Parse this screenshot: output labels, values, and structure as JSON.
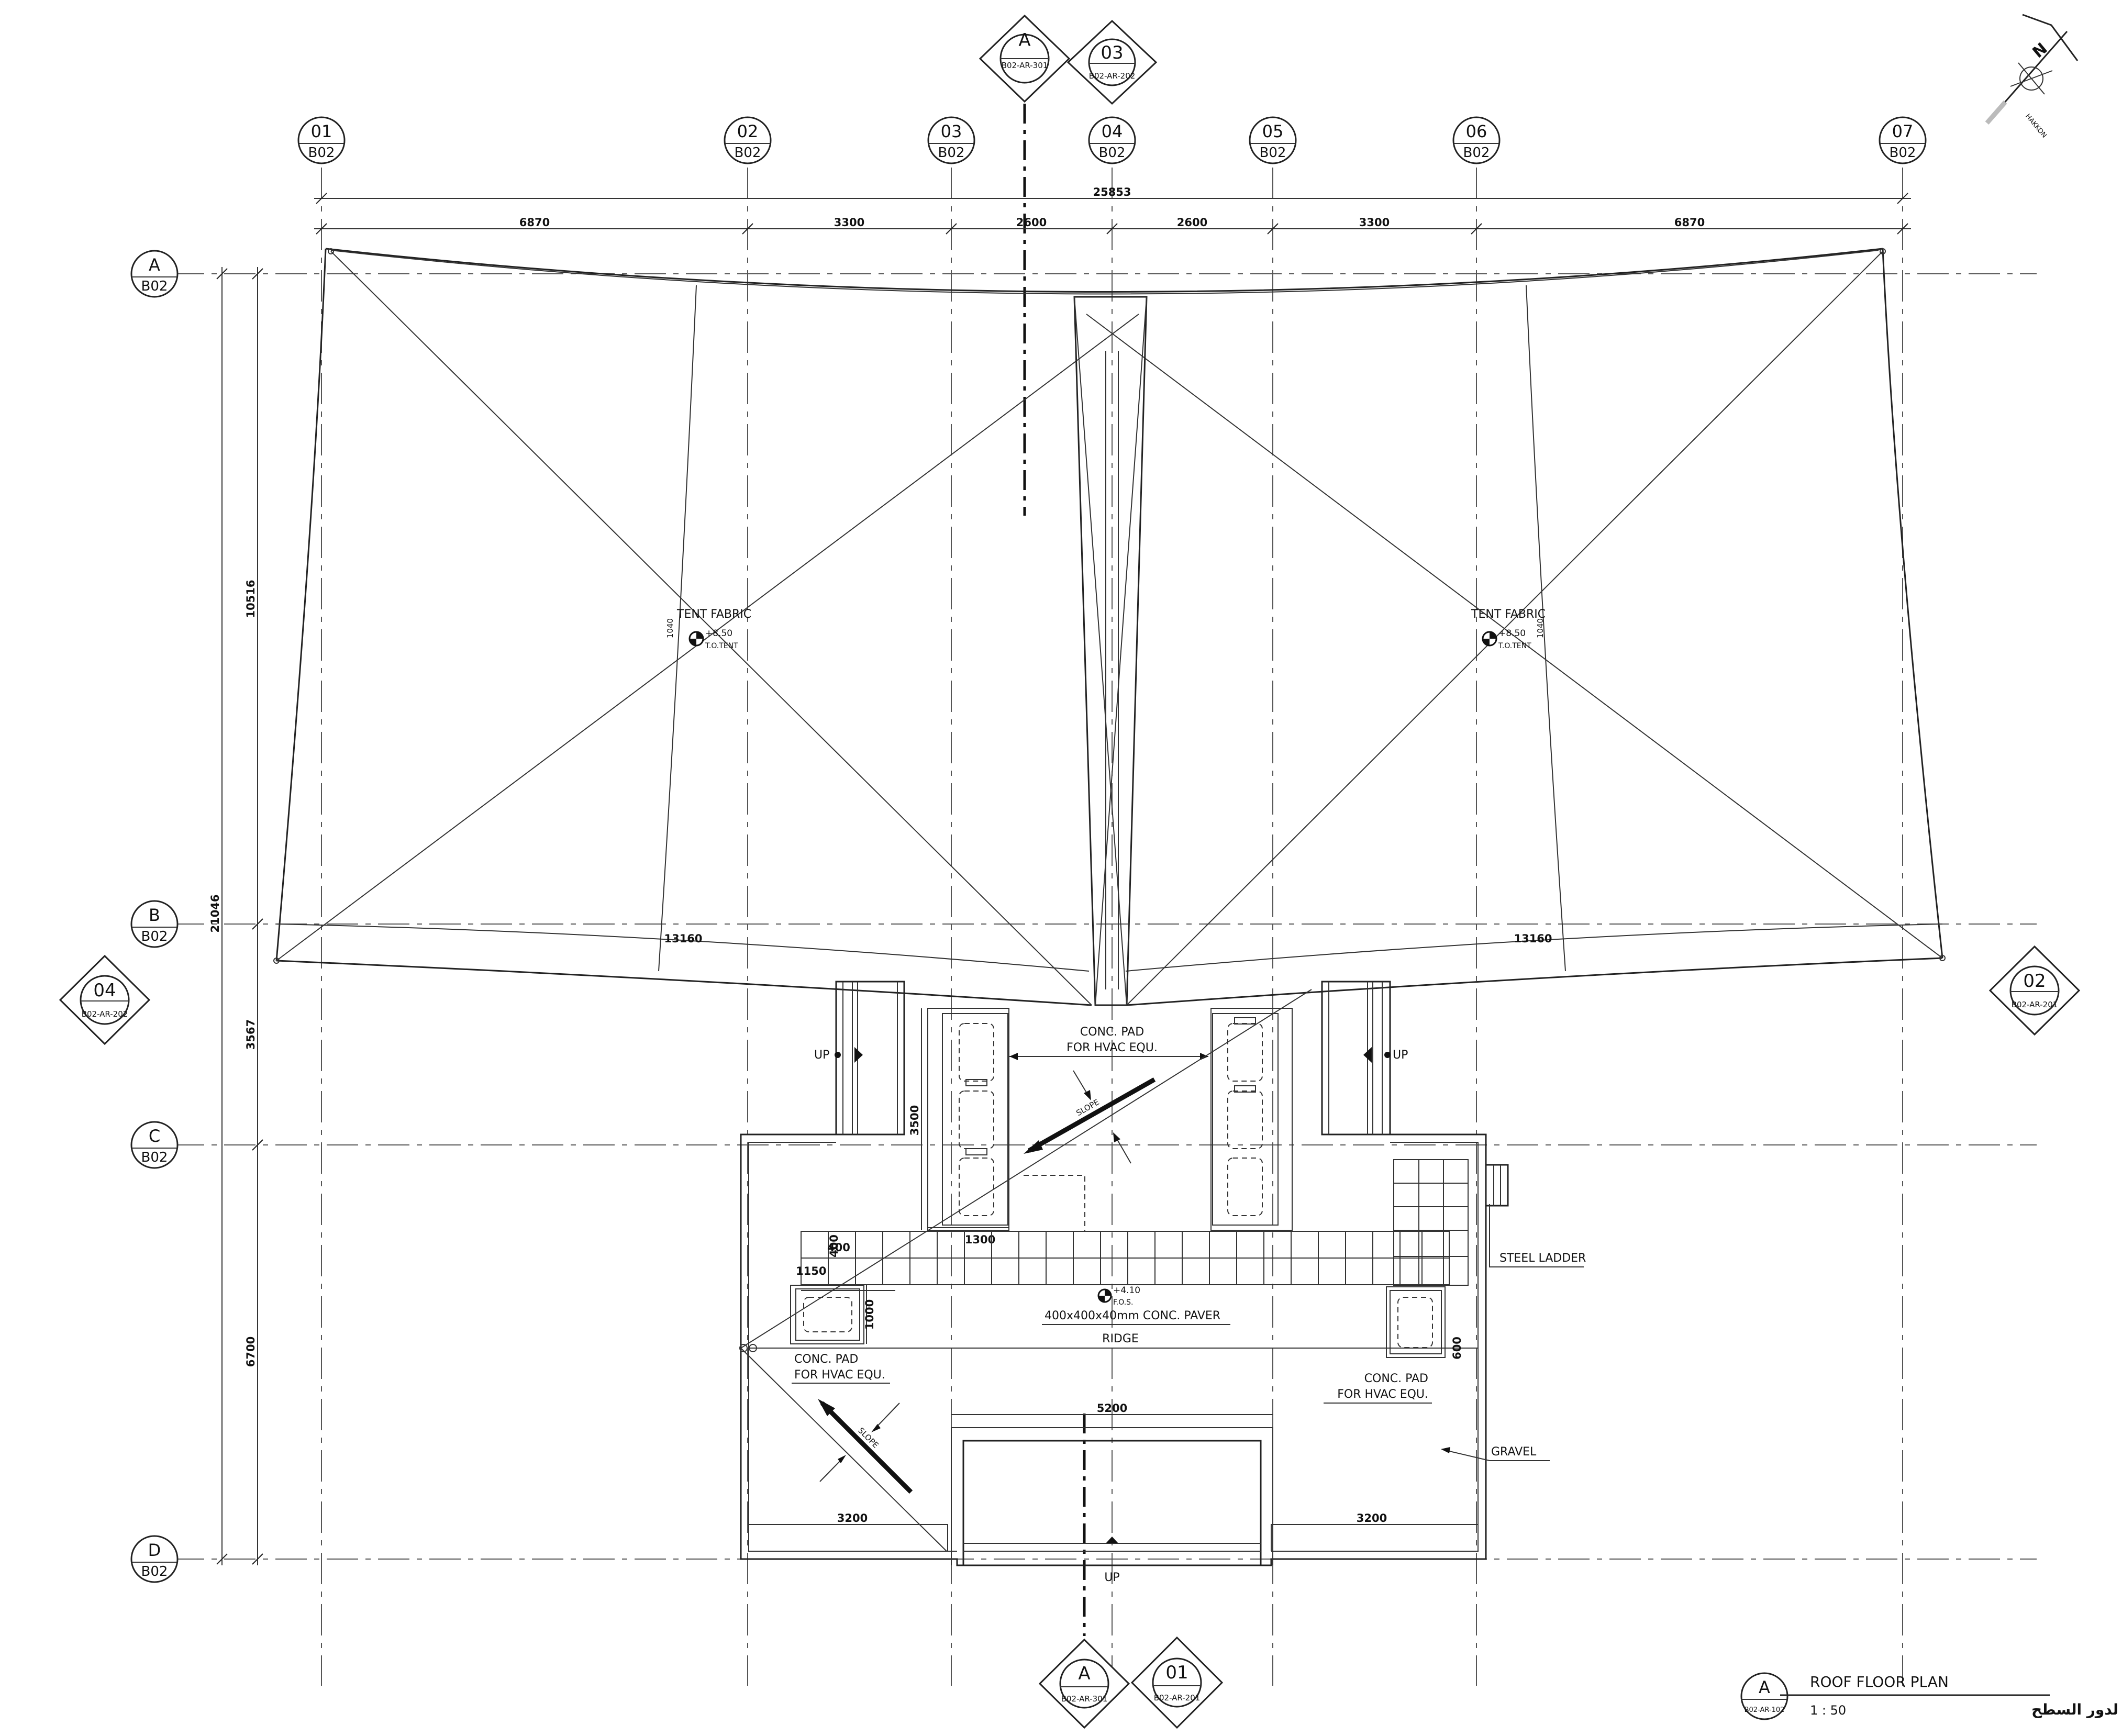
{
  "drawing": {
    "title": "ROOF FLOOR PLAN",
    "title_arabic": "مسقط افقى لدور السطح",
    "scale": "1 : 50",
    "marker_letter": "A",
    "marker_sheet": "B02-AR-102"
  },
  "north_label": "N",
  "north_sub": "HAKKON",
  "grid": {
    "columns": [
      {
        "id": "01",
        "ref": "B02"
      },
      {
        "id": "02",
        "ref": "B02"
      },
      {
        "id": "03",
        "ref": "B02"
      },
      {
        "id": "04",
        "ref": "B02"
      },
      {
        "id": "05",
        "ref": "B02"
      },
      {
        "id": "06",
        "ref": "B02"
      },
      {
        "id": "07",
        "ref": "B02"
      }
    ],
    "rows": [
      {
        "id": "A",
        "ref": "B02"
      },
      {
        "id": "B",
        "ref": "B02"
      },
      {
        "id": "C",
        "ref": "B02"
      },
      {
        "id": "D",
        "ref": "B02"
      }
    ]
  },
  "section_markers": {
    "top_section": {
      "id": "A",
      "sheet": "B02-AR-301"
    },
    "top_elevation": {
      "id": "03",
      "sheet": "B02-AR-202"
    },
    "left_elevation": {
      "id": "04",
      "sheet": "B02-AR-202"
    },
    "right_elevation": {
      "id": "02",
      "sheet": "B02-AR-201"
    },
    "bottom_section": {
      "id": "A",
      "sheet": "B02-AR-301"
    },
    "bottom_elevation": {
      "id": "01",
      "sheet": "B02-AR-201"
    }
  },
  "dimensions": {
    "overall": "25853",
    "bays": [
      "6870",
      "3300",
      "2600",
      "2600",
      "3300",
      "6870"
    ],
    "overall_vertical": "21046",
    "vertical": [
      "10516",
      "3567",
      "6700"
    ],
    "tent_span_left": "13160",
    "tent_span_right": "13160",
    "tent_small_left": "1040",
    "tent_small_right": "1040",
    "pad_depth": "3500",
    "pad_width": "1300",
    "step_400_a": "400",
    "step_400_b": "400",
    "step_1150": "1150",
    "pad_1000": "1000",
    "pad_600": "600",
    "opening_width": "5200",
    "gravel_left": "3200",
    "gravel_right": "3200"
  },
  "annotations": {
    "tent_left": "TENT FABRIC",
    "tent_right": "TENT FABRIC",
    "tent_level_left": "+8.50",
    "tent_level_right": "+8.50",
    "tent_ref_left": "T.O.TENT",
    "tent_ref_right": "T.O.TENT",
    "up_left": "UP",
    "up_right": "UP",
    "up_bottom": "UP",
    "pad_top_l1": "CONC. PAD",
    "pad_top_l2": "FOR HVAC EQU.",
    "slope_upper": "SLOPE",
    "slope_lower": "SLOPE",
    "level_center": "+4.10",
    "level_ref": "F.O.S.",
    "paver": "400x400x40mm  CONC. PAVER",
    "ridge": "RIDGE",
    "pad_left_l1": "CONC. PAD",
    "pad_left_l2": "FOR HVAC EQU.",
    "pad_right_l1": "CONC. PAD",
    "pad_right_l2": "FOR HVAC EQU.",
    "steel_ladder": "STEEL LADDER",
    "gravel": "GRAVEL"
  }
}
